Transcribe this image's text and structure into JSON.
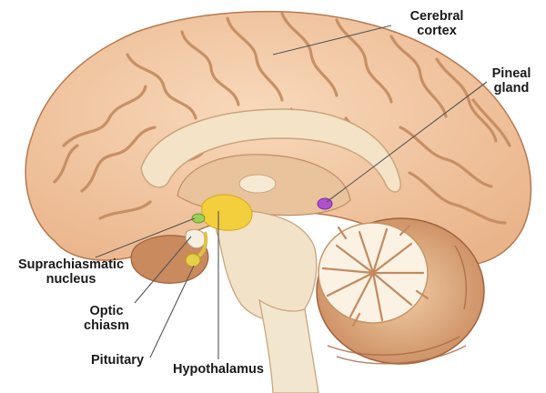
{
  "labels": {
    "cerebral_cortex": [
      "Cerebral",
      "cortex"
    ],
    "pineal_gland": [
      "Pineal",
      "gland"
    ],
    "suprachiasmatic_nucleus": [
      "Suprachiasmatic",
      "nucleus"
    ],
    "optic_chiasm": [
      "Optic",
      "chiasm"
    ],
    "pituitary": "Pituitary",
    "hypothalamus": "Hypothalamus"
  },
  "colors": {
    "cortex_fill": "#f3c9a2",
    "cortex_sulcus": "#c98f63",
    "inner_cream": "#f6ead4",
    "cerebellum": "#e9b98c",
    "cerebellum_dark": "#b9774e",
    "brainstem": "#f2e2c8",
    "hypothalamus": "#f3cf3d",
    "pineal": "#b04fd0",
    "pituitary": "#e6cf49",
    "leader_line": "#5a5a5a"
  }
}
